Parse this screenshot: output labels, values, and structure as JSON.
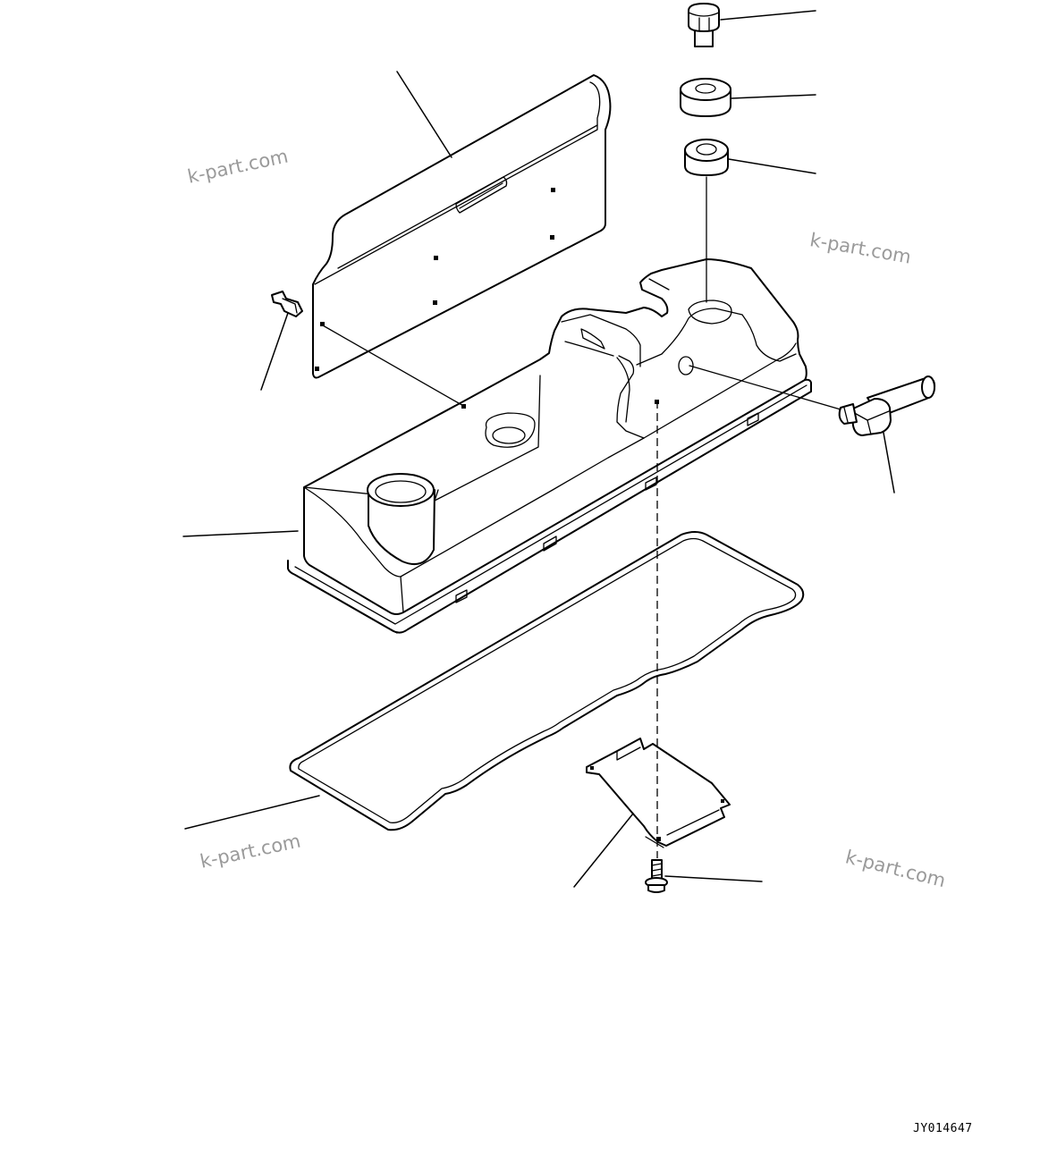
{
  "drawing": {
    "code": "JY014647",
    "watermark_text": "k-part.com"
  },
  "parts": [
    {
      "name": "bolt"
    },
    {
      "name": "upper-grommet"
    },
    {
      "name": "lower-grommet"
    },
    {
      "name": "insulator-plate"
    },
    {
      "name": "plate-clip"
    },
    {
      "name": "cylinder-head-cover"
    },
    {
      "name": "breather-elbow"
    },
    {
      "name": "cover-gasket"
    },
    {
      "name": "bracket"
    },
    {
      "name": "bracket-bolt"
    }
  ]
}
